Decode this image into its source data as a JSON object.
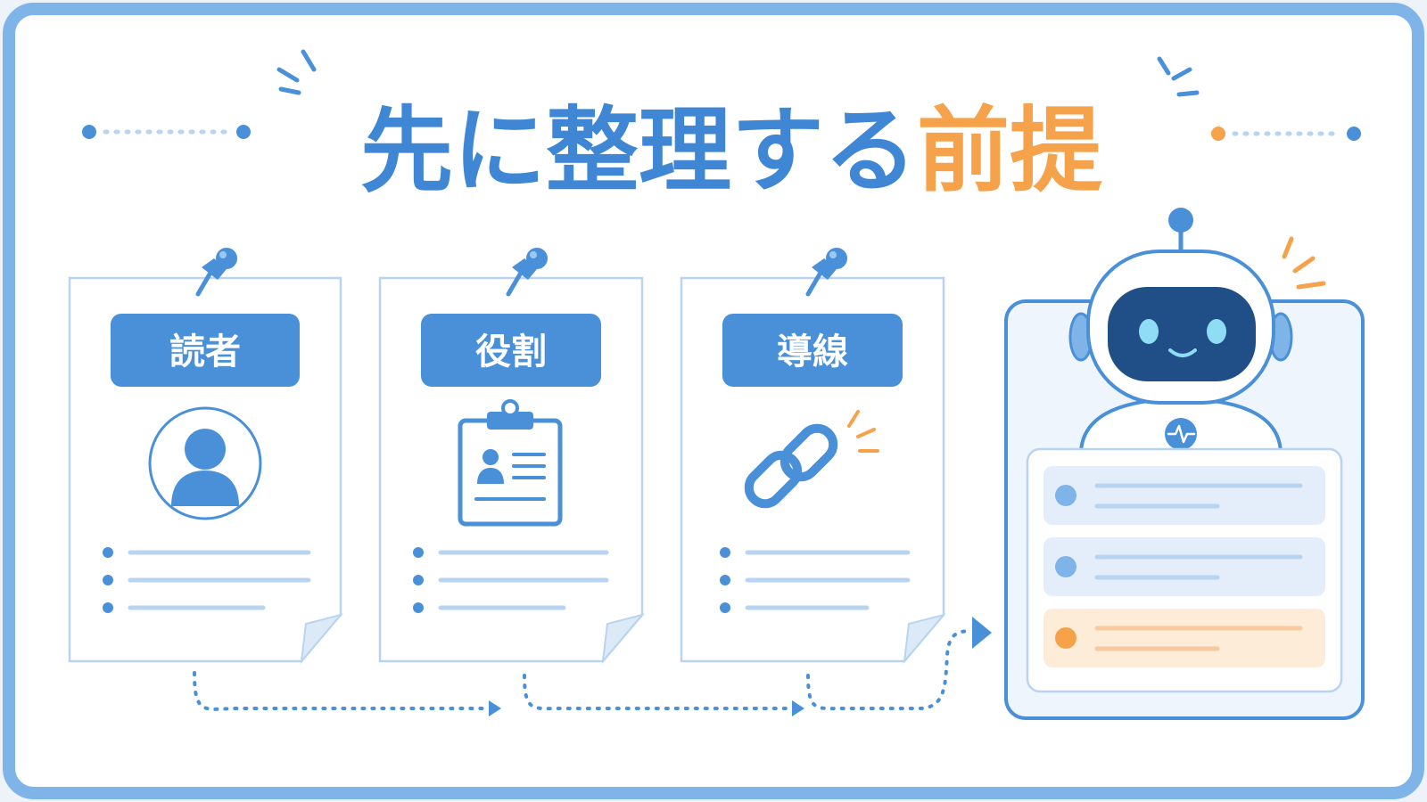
{
  "title": {
    "part1": "先に整理する",
    "part2": "前提"
  },
  "cards": [
    {
      "label": "読者",
      "icon": "user-avatar-icon"
    },
    {
      "label": "役割",
      "icon": "clipboard-profile-icon"
    },
    {
      "label": "導線",
      "icon": "chain-link-icon"
    }
  ],
  "colors": {
    "frame": "#7fb4e8",
    "primary": "#4a90d9",
    "title_blue": "#3f86d4",
    "accent_orange": "#f5a24a",
    "robot_face": "#1f4f86",
    "robot_eye": "#8fdcf5",
    "line_light": "#b9d4f0",
    "row_blue": "#e3eefa",
    "row_orange": "#fdecd8"
  },
  "icons": {
    "pushpin": "pushpin-icon",
    "robot": "robot-icon",
    "heartbeat": "heartbeat-icon",
    "arrow": "arrow-right-icon"
  }
}
